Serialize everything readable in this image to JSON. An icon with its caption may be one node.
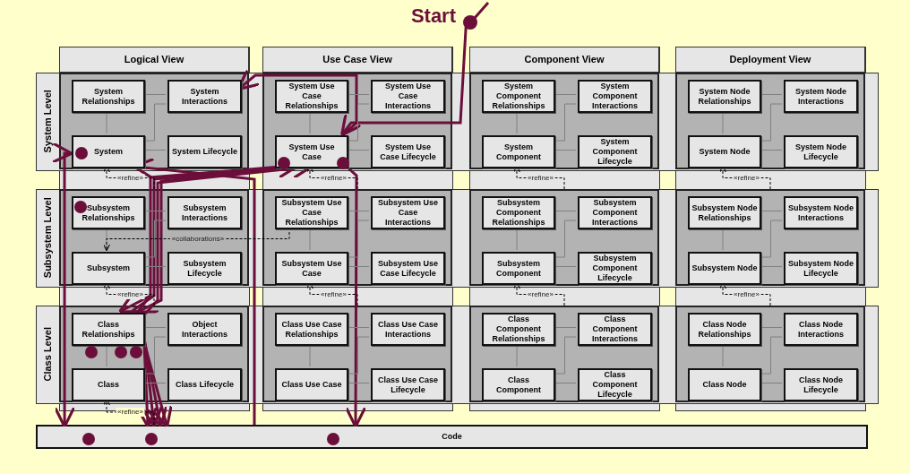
{
  "diagram": {
    "nodes": [
      {
        "text": [],
        "shape": "circle",
        "beside": [
          "Start"
        ]
      },
      {
        "text": [
          "Logical View"
        ]
      },
      {
        "text": [
          "Use Case View"
        ]
      },
      {
        "text": [
          "Component View"
        ]
      },
      {
        "text": [
          "Deployment View"
        ]
      },
      {
        "text": [
          "System Level"
        ]
      },
      {
        "text": [
          "Subsystem Level"
        ]
      },
      {
        "text": [
          "Class Level"
        ]
      },
      {
        "text": [],
        "shape": "box"
      },
      {
        "text": [
          "System Relationships"
        ],
        "in": 8
      },
      {
        "text": [
          "System Interactions"
        ],
        "in": 8
      },
      {
        "text": [
          "System"
        ],
        "in": 8
      },
      {
        "text": [
          "System Lifecycle"
        ],
        "in": 8
      },
      {
        "text": [],
        "shape": "box"
      },
      {
        "text": [
          "System Use Case Relationships"
        ],
        "in": 13
      },
      {
        "text": [
          "System Use Case Interactions"
        ],
        "in": 13
      },
      {
        "text": [
          "System Use Case"
        ],
        "in": 13
      },
      {
        "text": [
          "System Use Case Lifecycle"
        ],
        "in": 13
      },
      {
        "text": [],
        "shape": "box"
      },
      {
        "text": [
          "System Component Relationships"
        ],
        "in": 18
      },
      {
        "text": [
          "System Component Interactions"
        ],
        "in": 18
      },
      {
        "text": [
          "System Component"
        ],
        "in": 18
      },
      {
        "text": [
          "System Component Lifecycle"
        ],
        "in": 18
      },
      {
        "text": [],
        "shape": "box"
      },
      {
        "text": [
          "System Node Relationships"
        ],
        "in": 23
      },
      {
        "text": [
          "System Node Interactions"
        ],
        "in": 23
      },
      {
        "text": [
          "System Node"
        ],
        "in": 23
      },
      {
        "text": [
          "System Node Lifecycle"
        ],
        "in": 23
      },
      {
        "text": [],
        "shape": "box"
      },
      {
        "text": [
          "Subsystem Relationships"
        ],
        "in": 28
      },
      {
        "text": [
          "Subsystem Interactions"
        ],
        "in": 28
      },
      {
        "text": [
          "Subsystem"
        ],
        "in": 28
      },
      {
        "text": [
          "Subsystem Lifecycle"
        ],
        "in": 28
      },
      {
        "text": [],
        "shape": "box"
      },
      {
        "text": [
          "Subsystem Use Case Relationships"
        ],
        "in": 33
      },
      {
        "text": [
          "Subsystem Use Case Interactions"
        ],
        "in": 33
      },
      {
        "text": [
          "Subsystem Use Case"
        ],
        "in": 33
      },
      {
        "text": [
          "Subsystem Use Case Lifecycle"
        ],
        "in": 33
      },
      {
        "text": [],
        "shape": "box"
      },
      {
        "text": [
          "Subsystem Component Relationships"
        ],
        "in": 38
      },
      {
        "text": [
          "Subsystem Component Interactions"
        ],
        "in": 38
      },
      {
        "text": [
          "Subsystem Component"
        ],
        "in": 38
      },
      {
        "text": [
          "Subsystem Component Lifecycle"
        ],
        "in": 38
      },
      {
        "text": [],
        "shape": "box"
      },
      {
        "text": [
          "Subsystem Node Relationships"
        ],
        "in": 43
      },
      {
        "text": [
          "Subsystem Node Interactions"
        ],
        "in": 43
      },
      {
        "text": [
          "Subsystem Node"
        ],
        "in": 43
      },
      {
        "text": [
          "Subsystem Node Lifecycle"
        ],
        "in": 43
      },
      {
        "text": [],
        "shape": "box"
      },
      {
        "text": [
          "Class Relationships"
        ],
        "in": 48
      },
      {
        "text": [
          "Object Interactions"
        ],
        "in": 48
      },
      {
        "text": [
          "Class"
        ],
        "in": 48
      },
      {
        "text": [
          "Class Lifecycle"
        ],
        "in": 48
      },
      {
        "text": [],
        "shape": "box"
      },
      {
        "text": [
          "Class Use Case Relationships"
        ],
        "in": 53
      },
      {
        "text": [
          "Class Use Case Interactions"
        ],
        "in": 53
      },
      {
        "text": [
          "Class Use Case"
        ],
        "in": 53
      },
      {
        "text": [
          "Class Use Case Lifecycle"
        ],
        "in": 53
      },
      {
        "text": [],
        "shape": "box"
      },
      {
        "text": [
          "Class Component Relationships"
        ],
        "in": 58
      },
      {
        "text": [
          "Class Component Interactions"
        ],
        "in": 58
      },
      {
        "text": [
          "Class Component"
        ],
        "in": 58
      },
      {
        "text": [
          "Class Component Lifecycle"
        ],
        "in": 58
      },
      {
        "text": [],
        "shape": "box"
      },
      {
        "text": [
          "Class Node Relationships"
        ],
        "in": 63
      },
      {
        "text": [
          "Class Node Interactions"
        ],
        "in": 63
      },
      {
        "text": [
          "Class Node"
        ],
        "in": 63
      },
      {
        "text": [
          "Class Node Lifecycle"
        ],
        "in": 63
      },
      {
        "text": [
          "Code"
        ]
      },
      {
        "text": [],
        "shape": "circle",
        "in": 11
      },
      {
        "text": [],
        "shape": "circle",
        "in": 16
      },
      {
        "text": [],
        "shape": "circle",
        "in": 16
      },
      {
        "text": [],
        "shape": "circle",
        "in": 29
      },
      {
        "text": [],
        "shape": "circle",
        "in": 48
      },
      {
        "text": [],
        "shape": "circle",
        "in": 48
      },
      {
        "text": [],
        "shape": "circle",
        "in": 48
      },
      {
        "text": [],
        "shape": "circle",
        "in": 68
      },
      {
        "text": [],
        "shape": "circle",
        "in": 68
      },
      {
        "text": [],
        "shape": "circle",
        "in": 68
      }
    ],
    "edges": [
      {
        "from": 9,
        "to": 10,
        "arrow": "none"
      },
      {
        "from": 9,
        "to": 11,
        "arrow": "none"
      },
      {
        "from": 11,
        "to": 10,
        "arrow": "none"
      },
      {
        "from": 11,
        "to": 12,
        "arrow": "none"
      },
      {
        "from": 14,
        "to": 15,
        "arrow": "none"
      },
      {
        "from": 14,
        "to": 16,
        "arrow": "none"
      },
      {
        "from": 16,
        "to": 15,
        "arrow": "none"
      },
      {
        "from": 16,
        "to": 17,
        "arrow": "none"
      },
      {
        "from": 19,
        "to": 20,
        "arrow": "none"
      },
      {
        "from": 19,
        "to": 21,
        "arrow": "none"
      },
      {
        "from": 21,
        "to": 20,
        "arrow": "none"
      },
      {
        "from": 21,
        "to": 22,
        "arrow": "none"
      },
      {
        "from": 24,
        "to": 25,
        "arrow": "none"
      },
      {
        "from": 24,
        "to": 26,
        "arrow": "none"
      },
      {
        "from": 26,
        "to": 25,
        "arrow": "none"
      },
      {
        "from": 26,
        "to": 27,
        "arrow": "none"
      },
      {
        "from": 29,
        "to": 30,
        "arrow": "none"
      },
      {
        "from": 29,
        "to": 31,
        "arrow": "none"
      },
      {
        "from": 31,
        "to": 30,
        "arrow": "none"
      },
      {
        "from": 31,
        "to": 32,
        "arrow": "none"
      },
      {
        "from": 34,
        "to": 35,
        "arrow": "none"
      },
      {
        "from": 34,
        "to": 36,
        "arrow": "none"
      },
      {
        "from": 36,
        "to": 35,
        "arrow": "none"
      },
      {
        "from": 36,
        "to": 37,
        "arrow": "none"
      },
      {
        "from": 39,
        "to": 40,
        "arrow": "none"
      },
      {
        "from": 39,
        "to": 41,
        "arrow": "none"
      },
      {
        "from": 41,
        "to": 40,
        "arrow": "none"
      },
      {
        "from": 41,
        "to": 42,
        "arrow": "none"
      },
      {
        "from": 44,
        "to": 45,
        "arrow": "none"
      },
      {
        "from": 44,
        "to": 46,
        "arrow": "none"
      },
      {
        "from": 46,
        "to": 45,
        "arrow": "none"
      },
      {
        "from": 46,
        "to": 47,
        "arrow": "none"
      },
      {
        "from": 49,
        "to": 50,
        "arrow": "none"
      },
      {
        "from": 49,
        "to": 51,
        "arrow": "none"
      },
      {
        "from": 51,
        "to": 50,
        "arrow": "none"
      },
      {
        "from": 51,
        "to": 52,
        "arrow": "none"
      },
      {
        "from": 54,
        "to": 55,
        "arrow": "none"
      },
      {
        "from": 54,
        "to": 56,
        "arrow": "none"
      },
      {
        "from": 56,
        "to": 55,
        "arrow": "none"
      },
      {
        "from": 56,
        "to": 57,
        "arrow": "none"
      },
      {
        "from": 59,
        "to": 60,
        "arrow": "none"
      },
      {
        "from": 59,
        "to": 61,
        "arrow": "none"
      },
      {
        "from": 61,
        "to": 60,
        "arrow": "none"
      },
      {
        "from": 61,
        "to": 62,
        "arrow": "none"
      },
      {
        "from": 64,
        "to": 65,
        "arrow": "none"
      },
      {
        "from": 64,
        "to": 66,
        "arrow": "none"
      },
      {
        "from": 66,
        "to": 65,
        "arrow": "none"
      },
      {
        "from": 66,
        "to": 67,
        "arrow": "none"
      },
      {
        "from": 28,
        "to": 11,
        "arrow": "to",
        "label": "«refine»",
        "style": "dashed",
        "color": "#000000"
      },
      {
        "from": 33,
        "to": 16,
        "arrow": "to",
        "label": "«refine»",
        "style": "dashed",
        "color": "#000000"
      },
      {
        "from": 38,
        "to": 21,
        "arrow": "to",
        "label": "«refine»",
        "style": "dashed",
        "color": "#000000"
      },
      {
        "from": 43,
        "to": 26,
        "arrow": "to",
        "label": "«refine»",
        "style": "dashed",
        "color": "#000000"
      },
      {
        "from": 48,
        "to": 31,
        "arrow": "to",
        "label": "«refine»",
        "style": "dashed",
        "color": "#000000"
      },
      {
        "from": 53,
        "to": 36,
        "arrow": "to",
        "label": "«refine»",
        "style": "dashed",
        "color": "#000000"
      },
      {
        "from": 58,
        "to": 41,
        "arrow": "to",
        "label": "«refine»",
        "style": "dashed",
        "color": "#000000"
      },
      {
        "from": 63,
        "to": 46,
        "arrow": "to",
        "label": "«refine»",
        "style": "dashed",
        "color": "#000000"
      },
      {
        "from": 68,
        "to": 51,
        "arrow": "to",
        "label": "«refine»",
        "style": "dashed",
        "color": "#000000"
      },
      {
        "from": 34,
        "to": 31,
        "arrow": "to",
        "label": "«collaborations»",
        "style": "dashed",
        "color": "#000000"
      },
      {
        "from": 0,
        "to": 16,
        "arrow": "to",
        "style": "thick",
        "color": "#6b0f3a"
      },
      {
        "from": null,
        "to": 0,
        "arrow": "none",
        "style": "thick",
        "color": "#6b0f3a"
      },
      {
        "from": 16,
        "to": 10,
        "arrow": "to",
        "style": "thick",
        "color": "#6b0f3a"
      },
      {
        "from": 16,
        "to": 68,
        "arrow": "to",
        "style": "thick",
        "color": "#6b0f3a"
      },
      {
        "from": 11,
        "to": 68,
        "arrow": "both",
        "style": "thick",
        "color": "#6b0f3a"
      },
      {
        "from": 68,
        "to": 11,
        "arrow": "to",
        "style": "thick",
        "color": "#6b0f3a"
      },
      {
        "from": 49,
        "to": 16,
        "arrow": "to",
        "style": "thick",
        "color": "#6b0f3a"
      },
      {
        "from": 49,
        "to": 16,
        "arrow": "to",
        "style": "thick",
        "color": "#6b0f3a"
      },
      {
        "from": 16,
        "to": 49,
        "arrow": "to",
        "style": "thick",
        "color": "#6b0f3a"
      },
      {
        "from": 16,
        "to": 49,
        "arrow": "to",
        "style": "thick",
        "color": "#6b0f3a"
      },
      {
        "from": 49,
        "to": 68,
        "arrow": "to",
        "style": "thick",
        "color": "#6b0f3a"
      },
      {
        "from": 49,
        "to": 68,
        "arrow": "to",
        "style": "thick",
        "color": "#6b0f3a"
      },
      {
        "from": 49,
        "to": 68,
        "arrow": "to",
        "style": "thick",
        "color": "#6b0f3a"
      },
      {
        "from": 49,
        "to": 68,
        "arrow": "to",
        "style": "thick",
        "color": "#6b0f3a"
      }
    ]
  }
}
